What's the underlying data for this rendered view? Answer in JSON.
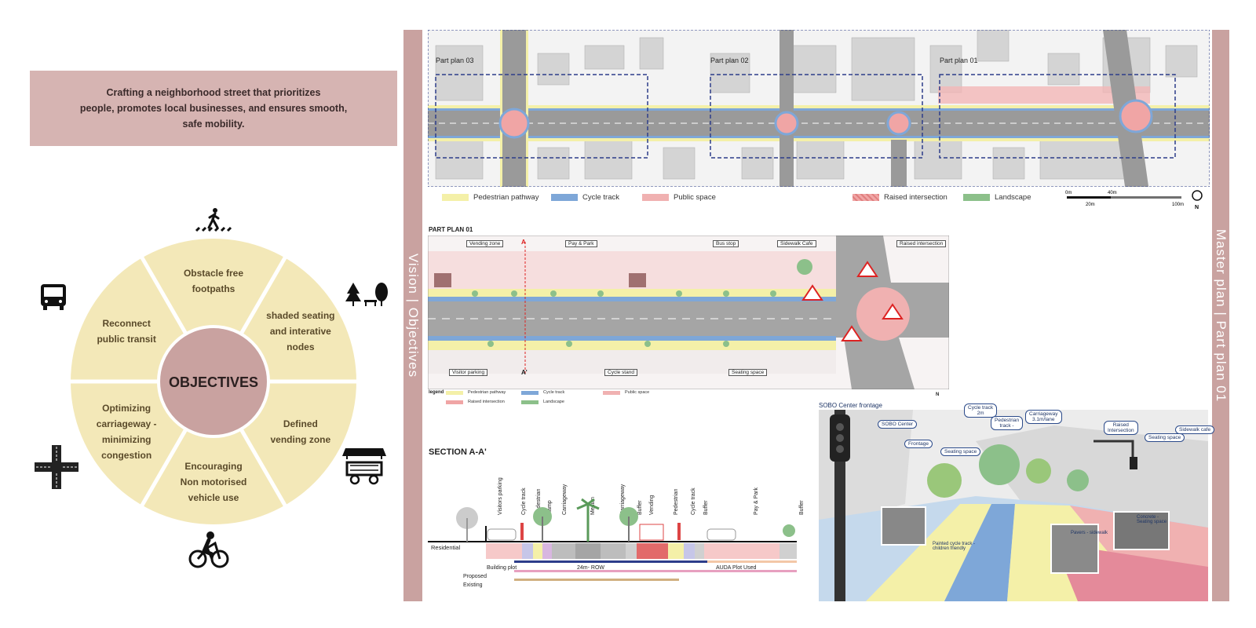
{
  "vision": {
    "line1": "Crafting a neighborhood street that prioritizes",
    "line2": "people, promotes local businesses, and ensures smooth,",
    "line3": "safe mobility."
  },
  "objectives": {
    "center": "OBJECTIVES",
    "segments": [
      [
        "Obstacle free",
        "footpaths"
      ],
      [
        "shaded seating",
        "and interative",
        "nodes"
      ],
      [
        "Defined",
        "vending zone"
      ],
      [
        "Encouraging",
        "Non motorised",
        "vehicle use"
      ],
      [
        "Optimizing",
        "carriageway -",
        "minimizing",
        "congestion"
      ],
      [
        "Reconnect",
        "public transit"
      ]
    ],
    "colors": {
      "ring": "#f3e8b8",
      "center": "#c9a2a0",
      "divider": "#ffffff"
    }
  },
  "side_labels": {
    "left": "Vision  |  Objectives",
    "right": "Master plan  |  Part plan 01"
  },
  "master_plan": {
    "part_labels": [
      "Part plan 03",
      "Part plan 02",
      "Part plan 01"
    ],
    "legend": [
      {
        "label": "Pedestrian pathway",
        "color": "#f4f0a8"
      },
      {
        "label": "Cycle track",
        "color": "#7ea7d8"
      },
      {
        "label": "Public space",
        "color": "#f0b1b1"
      },
      {
        "label": "Raised intersection",
        "color": "#f0a5a5"
      },
      {
        "label": "Landscape",
        "color": "#8cc08a"
      }
    ],
    "scale": {
      "s0": "0m",
      "s20": "20m",
      "s40": "40m",
      "s100": "100m"
    },
    "north": "N"
  },
  "part_plan": {
    "title": "PART PLAN 01",
    "tags": [
      "Vending zone",
      "Pay & Park",
      "Bus stop",
      "Sidewalk Cafe",
      "Raised intersection",
      "Visitor parking",
      "Cycle stand",
      "Seating space"
    ],
    "section_marker": "A",
    "section_marker2": "A'",
    "legend_title": "legend",
    "legend": [
      {
        "label": "Pedestrian pathway",
        "color": "#f4f0a8"
      },
      {
        "label": "Cycle track",
        "color": "#7ea7d8"
      },
      {
        "label": "Public space",
        "color": "#f0b1b1"
      },
      {
        "label": "Raised intersection",
        "color": "#f0a5a5"
      },
      {
        "label": "Landscape",
        "color": "#8cc08a"
      }
    ],
    "north": "N"
  },
  "section": {
    "title": "SECTION A-A'",
    "columns": [
      "Visitors parking",
      "Cycle track",
      "Pedestrian",
      "Ramp",
      "Carriageway",
      "Median",
      "Carriageway",
      "Buffer",
      "Vending",
      "Pedestrian",
      "Cycle track",
      "Buffer",
      "Pay & Park",
      "Buffer"
    ],
    "residential": "Residential",
    "building_plot": "Building plot",
    "row": "24m- ROW",
    "auda": "AUDA Plot Used",
    "proposed": "Proposed",
    "existing": "Existing"
  },
  "perspective": {
    "title": "SOBO Center frontage",
    "callouts": [
      "SOBO Center",
      "Frontage",
      "Seating space",
      "Cycle track\n2m",
      "Pedestrian\ntrack -",
      "Carriageway\n3.1m/lane",
      "Raised\nIntersection",
      "Seating space",
      "Sidewalk cafe"
    ],
    "notes": [
      "Painted cycle track -\nchildren friendly",
      "Pavers - sidewalk",
      "Concrete -\nSeating space"
    ]
  },
  "icons": [
    "pedestrian-crossing-icon",
    "bus-icon",
    "trees-bench-icon",
    "street-cross-icon",
    "vending-cart-icon",
    "cyclist-icon"
  ]
}
